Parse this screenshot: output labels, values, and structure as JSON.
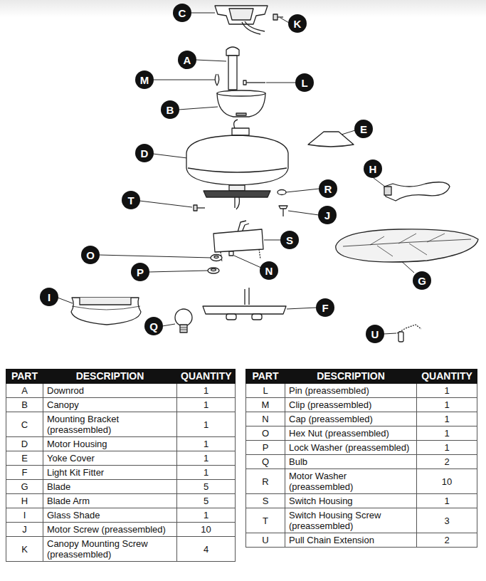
{
  "diagram": {
    "nodes": [
      {
        "text": [
          "C"
        ]
      },
      {
        "text": [
          "K"
        ]
      },
      {
        "text": [
          "A"
        ]
      },
      {
        "text": [
          "M"
        ]
      },
      {
        "text": [
          "L"
        ]
      },
      {
        "text": [
          "B"
        ]
      },
      {
        "text": [
          "E"
        ]
      },
      {
        "text": [
          "D"
        ]
      },
      {
        "text": [
          "H"
        ]
      },
      {
        "text": [
          "R"
        ]
      },
      {
        "text": [
          "T"
        ]
      },
      {
        "text": [
          "J"
        ]
      },
      {
        "text": [
          "S"
        ]
      },
      {
        "text": [
          "O"
        ]
      },
      {
        "text": [
          "N"
        ]
      },
      {
        "text": [
          "P"
        ]
      },
      {
        "text": [
          "G"
        ]
      },
      {
        "text": [
          "I"
        ]
      },
      {
        "text": [
          "F"
        ]
      },
      {
        "text": [
          "Q"
        ]
      },
      {
        "text": [
          "U"
        ]
      }
    ],
    "edges": [],
    "labels": [
      "PART",
      "DESCRIPTION",
      "QUANTITY",
      "A",
      "Downrod",
      "1",
      "B",
      "Canopy",
      "1",
      "C",
      "Mounting Bracket (preassembled)",
      "1",
      "D",
      "Motor Housing",
      "1",
      "E",
      "Yoke Cover",
      "1",
      "F",
      "Light Kit Fitter",
      "1",
      "G",
      "Blade",
      "5",
      "H",
      "Blade Arm",
      "5",
      "I",
      "Glass Shade",
      "1",
      "J",
      "Motor Screw (preassembled)",
      "10",
      "K",
      "Canopy Mounting Screw (preassembled)",
      "4",
      "PART",
      "DESCRIPTION",
      "QUANTITY",
      "L",
      "Pin (preassembled)",
      "1",
      "M",
      "Clip (preassembled)",
      "1",
      "N",
      "Cap (preassembled)",
      "1",
      "O",
      "Hex Nut (preassembled)",
      "1",
      "P",
      "Lock Washer (preassembled)",
      "1",
      "Q",
      "Bulb",
      "2",
      "R",
      "Motor Washer (preassembled)",
      "10",
      "S",
      "Switch Housing",
      "1",
      "T",
      "Switch Housing Screw (preassembled)",
      "3",
      "U",
      "Pull Chain Extension",
      "2"
    ]
  }
}
